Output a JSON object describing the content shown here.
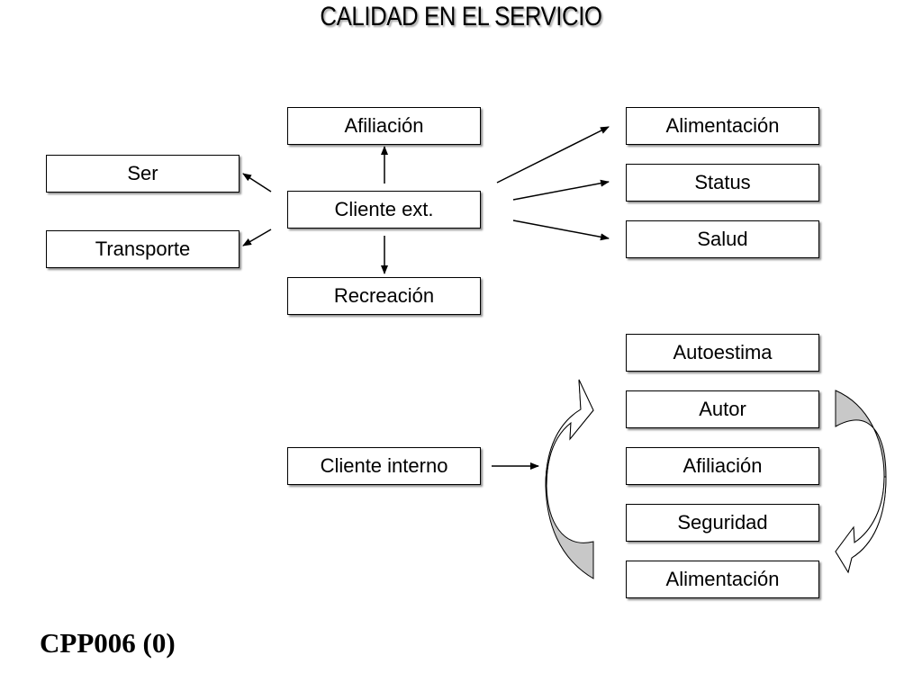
{
  "title": "CALIDAD EN EL SERVICIO",
  "external": {
    "center": "Cliente ext.",
    "top": "Afiliación",
    "bottom": "Recreación",
    "left": [
      "Ser",
      "Transporte"
    ],
    "right": [
      "Alimentación",
      "Status",
      "Salud"
    ]
  },
  "internal": {
    "source": "Cliente interno",
    "stack": [
      "Autoestima",
      "Autor",
      "Afiliación",
      "Seguridad",
      "Alimentación"
    ]
  },
  "footer": "CPP006 (0)"
}
